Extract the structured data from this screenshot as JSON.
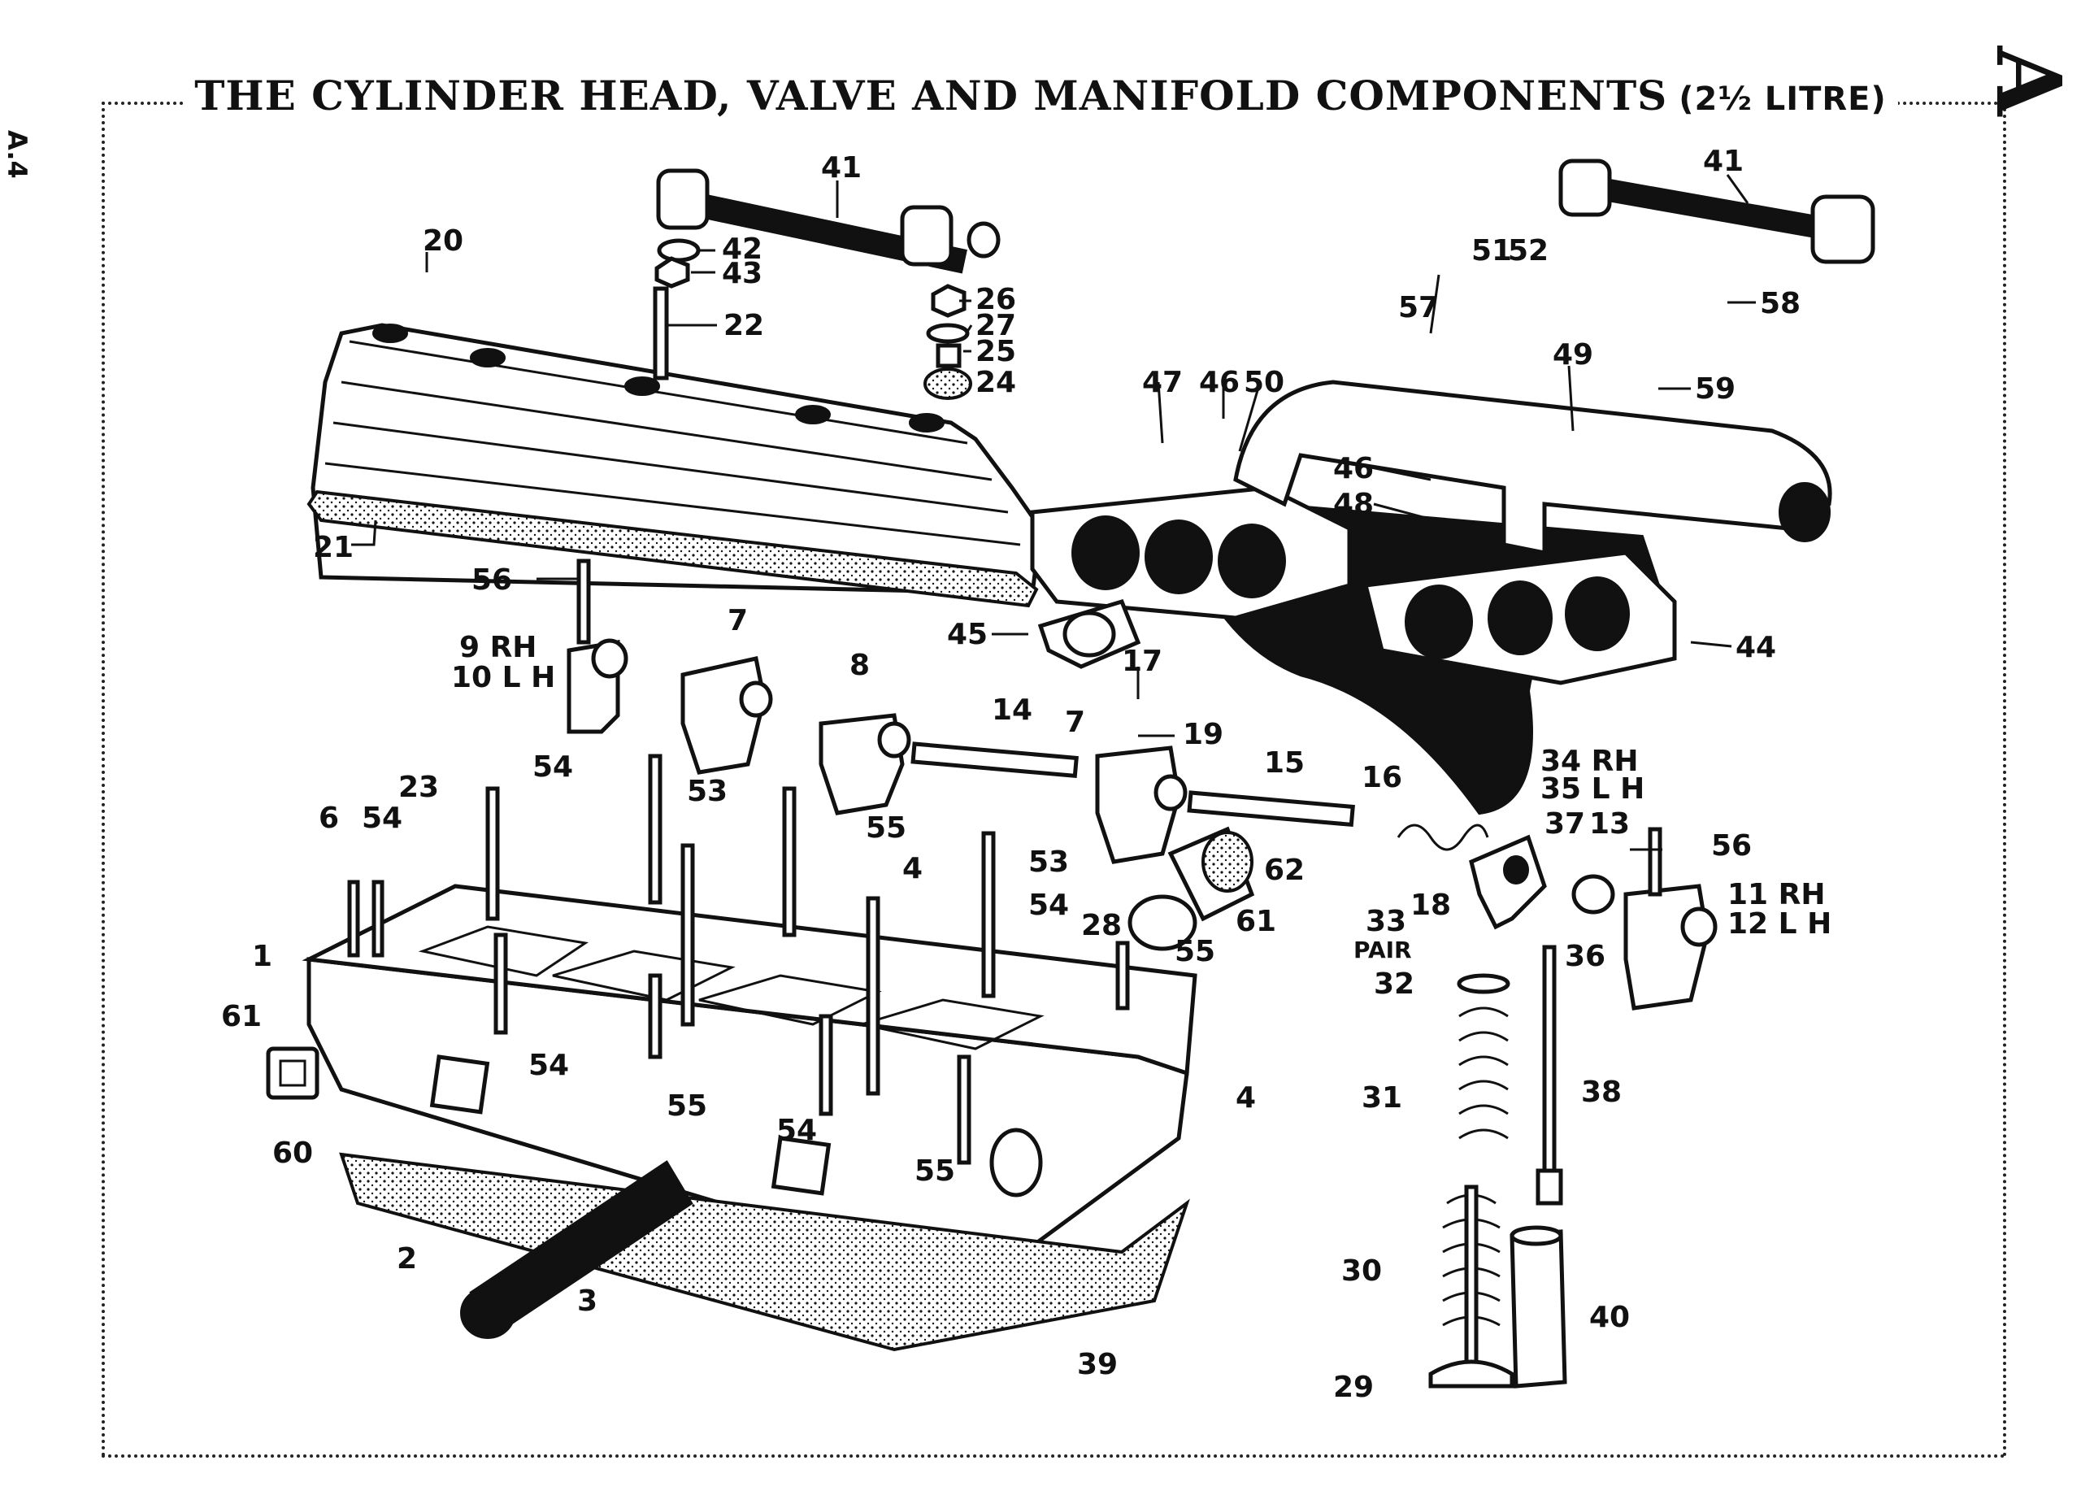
{
  "title": "THE CYLINDER HEAD, VALVE AND MANIFOLD COMPONENTS",
  "title_suffix": "(2½ LITRE)",
  "page_code": "A.4",
  "section_letter": "A",
  "callouts": [
    {
      "id": "c41a",
      "text": "41"
    },
    {
      "id": "c42",
      "text": "42"
    },
    {
      "id": "c43",
      "text": "43"
    },
    {
      "id": "c20",
      "text": "20"
    },
    {
      "id": "c26",
      "text": "26"
    },
    {
      "id": "c27",
      "text": "27"
    },
    {
      "id": "c22",
      "text": "22"
    },
    {
      "id": "c25",
      "text": "25"
    },
    {
      "id": "c24",
      "text": "24"
    },
    {
      "id": "c21",
      "text": "21"
    },
    {
      "id": "c56a",
      "text": "56"
    },
    {
      "id": "c9",
      "text": "9 RH"
    },
    {
      "id": "c10",
      "text": "10 L H"
    },
    {
      "id": "c7a",
      "text": "7"
    },
    {
      "id": "c8",
      "text": "8"
    },
    {
      "id": "c14",
      "text": "14"
    },
    {
      "id": "c7b",
      "text": "7"
    },
    {
      "id": "c17",
      "text": "17"
    },
    {
      "id": "c19",
      "text": "19"
    },
    {
      "id": "c15",
      "text": "15"
    },
    {
      "id": "c16",
      "text": "16"
    },
    {
      "id": "c34",
      "text": "34 RH"
    },
    {
      "id": "c35",
      "text": "35 L H"
    },
    {
      "id": "c41b",
      "text": "41"
    },
    {
      "id": "c51",
      "text": "51"
    },
    {
      "id": "c52",
      "text": "52"
    },
    {
      "id": "c57",
      "text": "57"
    },
    {
      "id": "c58",
      "text": "58"
    },
    {
      "id": "c49",
      "text": "49"
    },
    {
      "id": "c59",
      "text": "59"
    },
    {
      "id": "c47",
      "text": "47"
    },
    {
      "id": "c46a",
      "text": "46"
    },
    {
      "id": "c50",
      "text": "50"
    },
    {
      "id": "c46b",
      "text": "46"
    },
    {
      "id": "c48",
      "text": "48"
    },
    {
      "id": "c45",
      "text": "45"
    },
    {
      "id": "c44",
      "text": "44"
    },
    {
      "id": "c54a",
      "text": "54"
    },
    {
      "id": "c23",
      "text": "23"
    },
    {
      "id": "c53a",
      "text": "53"
    },
    {
      "id": "c6",
      "text": "6"
    },
    {
      "id": "c54b",
      "text": "54"
    },
    {
      "id": "c55a",
      "text": "55"
    },
    {
      "id": "c4a",
      "text": "4"
    },
    {
      "id": "c62",
      "text": "62"
    },
    {
      "id": "c53b",
      "text": "53"
    },
    {
      "id": "c54c",
      "text": "54"
    },
    {
      "id": "c61a",
      "text": "61"
    },
    {
      "id": "c28",
      "text": "28"
    },
    {
      "id": "c55b",
      "text": "55"
    },
    {
      "id": "c1",
      "text": "1"
    },
    {
      "id": "c61b",
      "text": "61"
    },
    {
      "id": "c54d",
      "text": "54"
    },
    {
      "id": "c55c",
      "text": "55"
    },
    {
      "id": "c54e",
      "text": "54"
    },
    {
      "id": "c4b",
      "text": "4"
    },
    {
      "id": "c60",
      "text": "60"
    },
    {
      "id": "c55d",
      "text": "55"
    },
    {
      "id": "c2",
      "text": "2"
    },
    {
      "id": "c3",
      "text": "3"
    },
    {
      "id": "c39",
      "text": "39"
    },
    {
      "id": "c37",
      "text": "37"
    },
    {
      "id": "c13",
      "text": "13"
    },
    {
      "id": "c56b",
      "text": "56"
    },
    {
      "id": "c18",
      "text": "18"
    },
    {
      "id": "c33",
      "text": "33"
    },
    {
      "id": "c33b",
      "text": "PAIR"
    },
    {
      "id": "c36",
      "text": "36"
    },
    {
      "id": "c11",
      "text": "11 RH"
    },
    {
      "id": "c12",
      "text": "12 L H"
    },
    {
      "id": "c32",
      "text": "32"
    },
    {
      "id": "c31",
      "text": "31"
    },
    {
      "id": "c38",
      "text": "38"
    },
    {
      "id": "c30",
      "text": "30"
    },
    {
      "id": "c40",
      "text": "40"
    },
    {
      "id": "c29",
      "text": "29"
    }
  ]
}
